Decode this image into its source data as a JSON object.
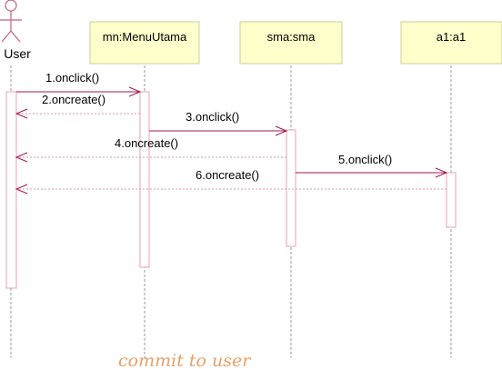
{
  "actor": {
    "name": "User"
  },
  "lifelines": [
    {
      "label": "mn:MenuUtama"
    },
    {
      "label": "sma:sma"
    },
    {
      "label": "a1:a1"
    }
  ],
  "messages": [
    {
      "label": "1.onclick()",
      "kind": "call"
    },
    {
      "label": "2.oncreate()",
      "kind": "return"
    },
    {
      "label": "3.onclick()",
      "kind": "call"
    },
    {
      "label": "4.oncreate()",
      "kind": "return"
    },
    {
      "label": "5.onclick()",
      "kind": "call"
    },
    {
      "label": "6.oncreate()",
      "kind": "return"
    }
  ],
  "footer": {
    "text": "commit to user"
  },
  "colors": {
    "lifeline_box_fill": "#ffffcc",
    "lifeline_box_border": "#cccc99",
    "activation_border": "#e8a0b0",
    "dashed_lifeline": "#999999",
    "message_line": "#a01850",
    "actor_stroke": "#c06080",
    "footer_text": "#e8a06a"
  }
}
